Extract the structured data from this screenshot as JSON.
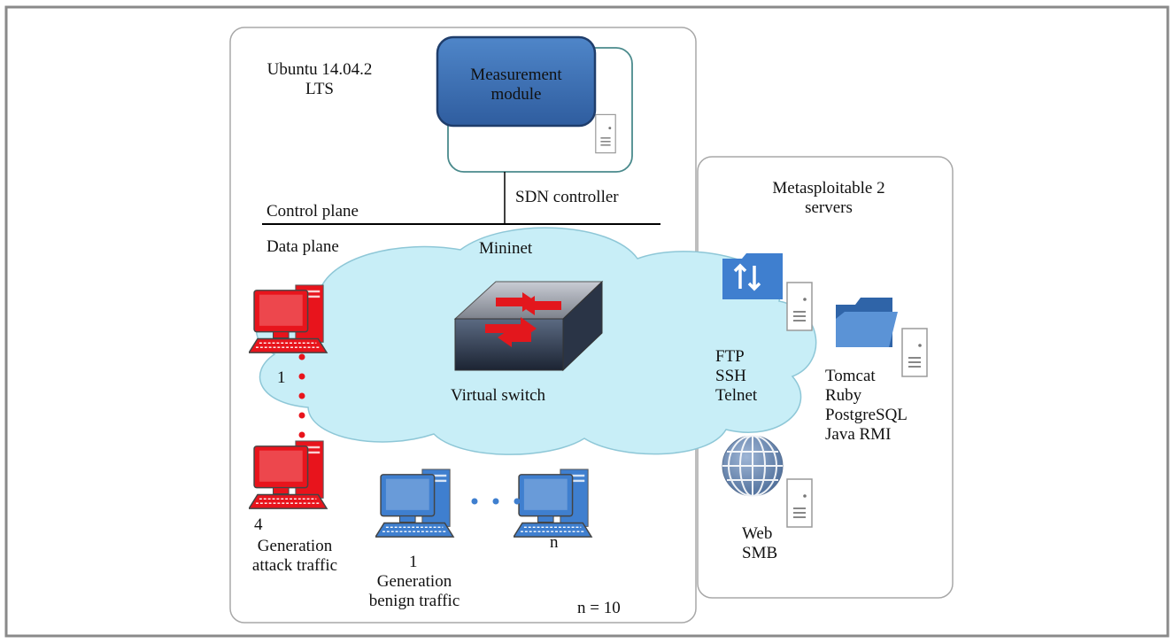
{
  "host": {
    "os_line1": "Ubuntu 14.04.2",
    "os_line2": "LTS"
  },
  "measurement": {
    "line1": "Measurement",
    "line2": "module"
  },
  "controller": {
    "label": "SDN controller"
  },
  "planes": {
    "control": "Control plane",
    "data": "Data plane"
  },
  "cloud": {
    "label": "Mininet",
    "switch_label": "Virtual switch"
  },
  "attackers": {
    "first_index": "1",
    "last_index": "4",
    "caption_line1": "Generation",
    "caption_line2": "attack traffic",
    "color": "#e8141c"
  },
  "benign": {
    "first_index": "1",
    "last_index": "n",
    "caption_line1": "Generation",
    "caption_line2": "benign traffic",
    "color": "#3f7fcf",
    "note": "n = 10"
  },
  "servers": {
    "title_line1": "Metasploitable 2",
    "title_line2": "servers",
    "group1": [
      "FTP",
      "SSH",
      "Telnet"
    ],
    "group2": [
      "Tomcat",
      "Ruby",
      "PostgreSQL",
      "Java RMI"
    ],
    "group3": [
      "Web",
      "SMB"
    ]
  },
  "colors": {
    "cloud_fill": "#c8eef7",
    "module_fill": "#3c6eb4",
    "frame_border": "#8a8a8a",
    "panel_border": "#a8a8a8"
  }
}
